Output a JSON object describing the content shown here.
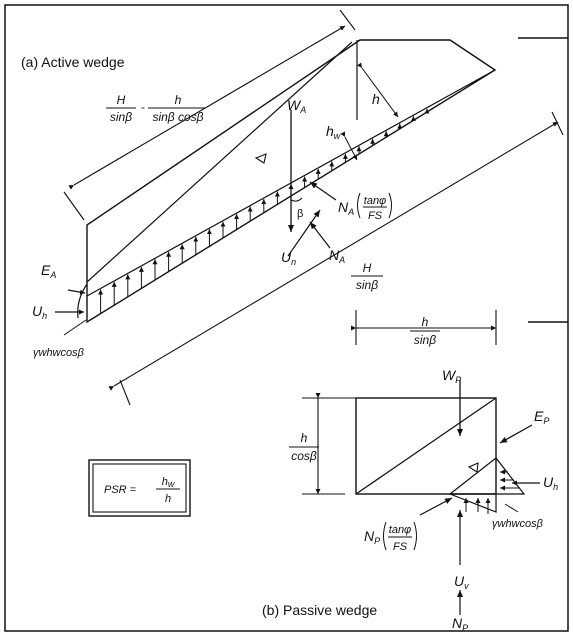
{
  "panel_a": {
    "title": "(a) Active wedge",
    "dim_top_H": "H",
    "dim_top_H_den": "sinβ",
    "dim_top_dash": "-",
    "dim_top_h": "h",
    "dim_top_h_den": "sinβ cosβ",
    "W": "W",
    "W_sub": "A",
    "h": "h",
    "h_w": "h",
    "h_w_sub": "w",
    "beta": "β",
    "U_n": "U",
    "U_n_sub": "n",
    "N": "N",
    "N_sub": "A",
    "Nf": "N",
    "Nf_sub": "A",
    "tan": "tanφ",
    "FS": "FS",
    "E": "E",
    "E_sub": "A",
    "U_h": "U",
    "U_h_sub": "h",
    "dim_bottom_H": "H",
    "dim_bottom_den": "sinβ",
    "pressure": "γwhwcosβ"
  },
  "psr": {
    "lhs": "PSR =",
    "num": "h",
    "num_sub": "w",
    "den": "h"
  },
  "panel_b": {
    "title": "(b) Passive wedge",
    "dim_top_h": "h",
    "dim_top_den": "sinβ",
    "dim_left_h": "h",
    "dim_left_den": "cosβ",
    "W": "W",
    "W_sub": "P",
    "E": "E",
    "E_sub": "P",
    "U_h": "U",
    "U_h_sub": "h",
    "Nf": "N",
    "Nf_sub": "P",
    "tan": "tanφ",
    "FS": "FS",
    "pressure": "γwhwcosβ",
    "U_v": "U",
    "U_v_sub": "v",
    "N": "N",
    "N_sub": "P"
  }
}
